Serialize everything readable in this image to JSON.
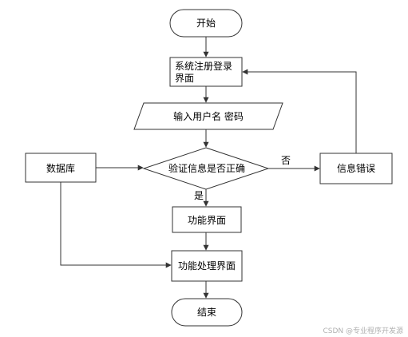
{
  "nodes": {
    "start": "开始",
    "register_line1": "系统注册登录",
    "register_line2": "界面",
    "input": "输入用户名 密码",
    "verify": "验证信息是否正确",
    "database": "数据库",
    "error": "信息错误",
    "function_screen": "功能界面",
    "function_process": "功能处理界面",
    "end": "结束"
  },
  "edges": {
    "yes": "是",
    "no": "否"
  },
  "watermark": "CSDN @专业程序开发源"
}
